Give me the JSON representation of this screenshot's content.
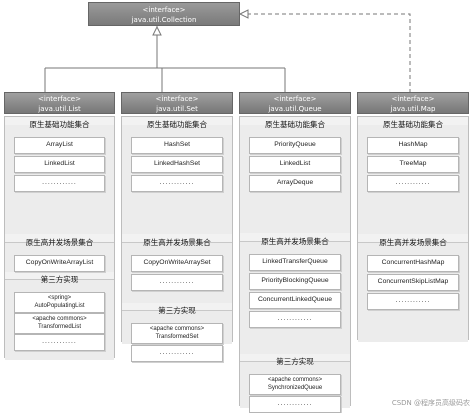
{
  "top": {
    "stereotype": "<interface>",
    "name": "java.util.Collection"
  },
  "columns": [
    {
      "stereotype": "<interface>",
      "name": "java.util.List",
      "sections": [
        {
          "title": "原生基础功能集合",
          "items": [
            "ArrayList",
            "LinkedList",
            "............"
          ]
        },
        {
          "title": "原生高并发场景集合",
          "items": [
            "CopyOnWriteArrayList"
          ]
        },
        {
          "title": "第三方实现",
          "items": [
            {
              "l1": "<spring>",
              "l2": "AutoPopulatingList"
            },
            {
              "l1": "<apache commons>",
              "l2": "TransformedList"
            },
            "............"
          ]
        }
      ]
    },
    {
      "stereotype": "<interface>",
      "name": "java.util.Set",
      "sections": [
        {
          "title": "原生基础功能集合",
          "items": [
            "HashSet",
            "LinkedHashSet",
            "............"
          ]
        },
        {
          "title": "原生高并发场景集合",
          "items": [
            "CopyOnWriteArraySet",
            "............"
          ]
        },
        {
          "title": "第三方实现",
          "items": [
            {
              "l1": "<apache commons>",
              "l2": "TransformedSet"
            },
            "............"
          ]
        }
      ]
    },
    {
      "stereotype": "<interface>",
      "name": "java.util.Queue",
      "sections": [
        {
          "title": "原生基础功能集合",
          "items": [
            "PriorityQueue",
            "LinkedList",
            "ArrayDeque"
          ]
        },
        {
          "title": "原生高并发场景集合",
          "items": [
            "LinkedTransferQueue",
            "PriorityBlockingQueue",
            "ConcurrentLinkedQueue",
            "............"
          ]
        },
        {
          "title": "第三方实现",
          "items": [
            {
              "l1": "<apache commons>",
              "l2": "SynchronizedQueue"
            },
            "............"
          ]
        }
      ]
    },
    {
      "stereotype": "<interface>",
      "name": "java.util.Map",
      "sections": [
        {
          "title": "原生基础功能集合",
          "items": [
            "HashMap",
            "TreeMap",
            "............"
          ]
        },
        {
          "title": "原生高并发场景集合",
          "items": [
            "ConcurrentHashMap",
            "ConcurrentSkipListMap",
            "............"
          ]
        }
      ]
    }
  ],
  "watermark": "CSDN @程序员高级码农"
}
